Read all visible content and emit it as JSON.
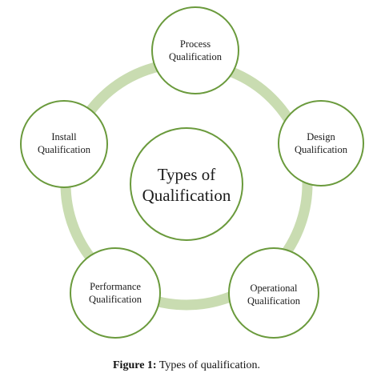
{
  "diagram": {
    "center": {
      "lines": [
        "Types of",
        "Qualification"
      ]
    },
    "nodes": [
      {
        "lines": [
          "Process",
          "Qualification"
        ]
      },
      {
        "lines": [
          "Design",
          "Qualification"
        ]
      },
      {
        "lines": [
          "Operational",
          "Qualification"
        ]
      },
      {
        "lines": [
          "Performance",
          "Qualification"
        ]
      },
      {
        "lines": [
          "Install",
          "Qualification"
        ]
      }
    ],
    "colors": {
      "ring": "#c9dcb1",
      "circle_stroke": "#6a9a3c",
      "circle_fill": "#ffffff"
    }
  },
  "caption": {
    "label": "Figure 1:",
    "text": " Types of qualification."
  }
}
